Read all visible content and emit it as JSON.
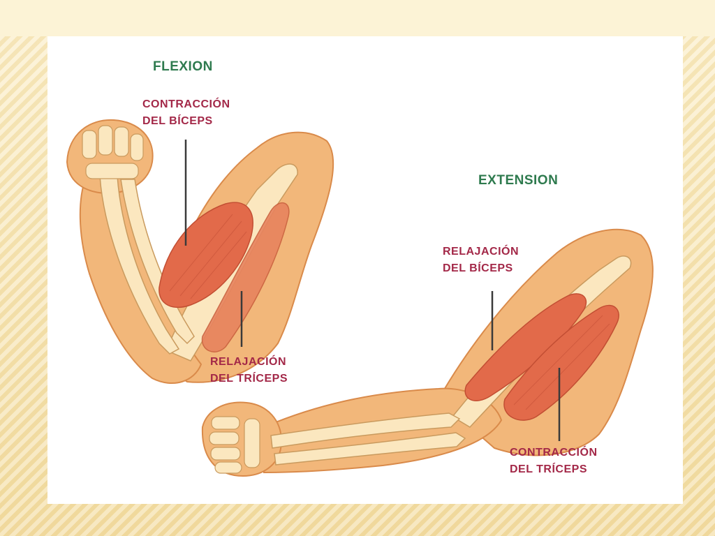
{
  "flexion": {
    "title": "FLEXION",
    "biceps": {
      "line1": "CONTRACCIÓN",
      "line2": "DEL BÍCEPS"
    },
    "triceps": {
      "line1": "RELAJACIÓN",
      "line2": "DEL TRÍCEPS"
    }
  },
  "extension": {
    "title": "EXTENSION",
    "biceps": {
      "line1": "RELAJACIÓN",
      "line2": "DEL BÍCEPS"
    },
    "triceps": {
      "line1": "CONTRACCIÓN",
      "line2": "DEL TRÍCEPS"
    }
  },
  "colors": {
    "skin": "#f2b77a",
    "skin_dark": "#d98a4a",
    "bone": "#fbe7bf",
    "muscle": "#e26a4a",
    "title_text": "#2e7a4e",
    "label_text": "#a32848"
  }
}
